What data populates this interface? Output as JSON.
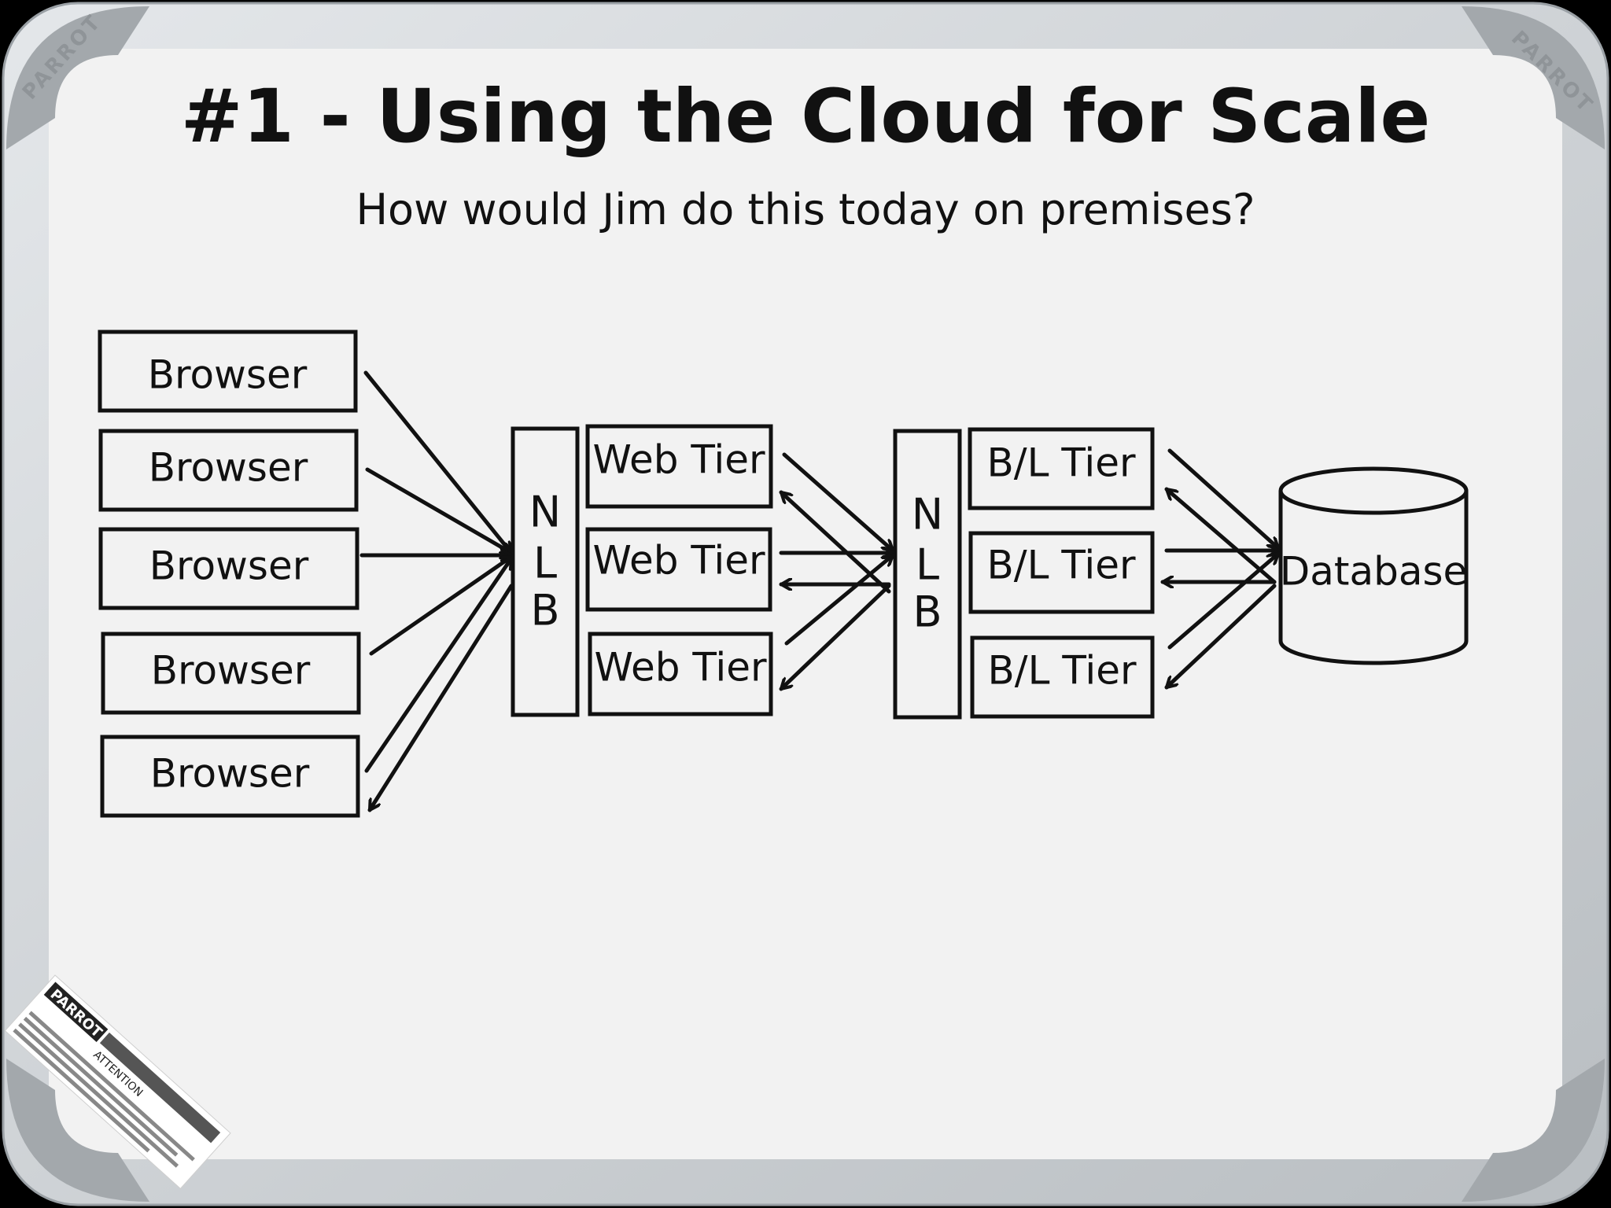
{
  "whiteboard": {
    "brand": "PARROT",
    "sticker_brand": "PARROT",
    "sticker_heading": "ATTENTION"
  },
  "diagram": {
    "title": "#1  - Using the Cloud for Scale",
    "subtitle": "How would Jim do this today on premises?",
    "browsers": [
      "Browser",
      "Browser",
      "Browser",
      "Browser",
      "Browser"
    ],
    "nlb_left": [
      "N",
      "L",
      "B"
    ],
    "web_tiers": [
      "Web Tier",
      "Web Tier",
      "Web Tier"
    ],
    "nlb_right": [
      "N",
      "L",
      "B"
    ],
    "bl_tiers": [
      "B/L Tier",
      "B/L Tier",
      "B/L Tier"
    ],
    "database": "Database"
  },
  "colors": {
    "ink": "#111111",
    "board": "#f2f2f2",
    "frame": "#c8ccd0",
    "frame_corner": "#9da2a6",
    "background": "#000000"
  }
}
